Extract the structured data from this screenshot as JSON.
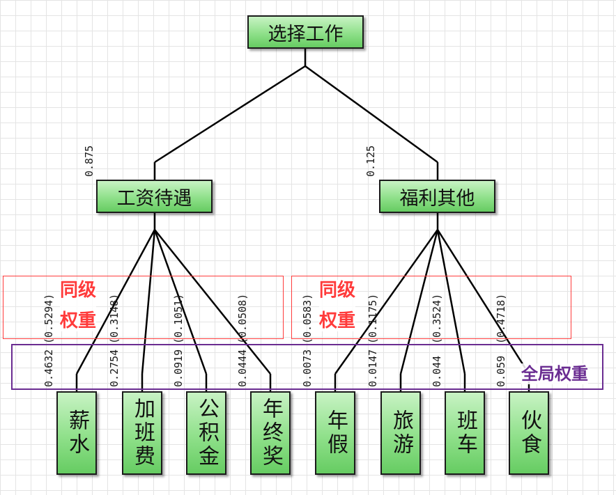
{
  "root": {
    "label": "选择工作"
  },
  "groups": [
    {
      "label": "工资待遇",
      "weight": "0.875",
      "children": [
        {
          "label": "薪水",
          "local_weight": "(0.5294)",
          "global_weight": "0.4632"
        },
        {
          "label": "加班费",
          "local_weight": "(0.3148)",
          "global_weight": "0.2754"
        },
        {
          "label": "公积金",
          "local_weight": "(0.1051)",
          "global_weight": "0.0919"
        },
        {
          "label": "年终奖",
          "local_weight": "(0.0508)",
          "global_weight": "0.0444"
        }
      ]
    },
    {
      "label": "福利其他",
      "weight": "0.125",
      "children": [
        {
          "label": "年假",
          "local_weight": "(0.0583)",
          "global_weight": "0.0073"
        },
        {
          "label": "旅游",
          "local_weight": "(0.1175)",
          "global_weight": "0.0147"
        },
        {
          "label": "班车",
          "local_weight": "(0.3524)",
          "global_weight": "0.044"
        },
        {
          "label": "伙食",
          "local_weight": "(0.4718)",
          "global_weight": "0.059"
        }
      ]
    }
  ],
  "annotations": {
    "local_weight_line1": "同级",
    "local_weight_line2": "权重",
    "global_weight": "全局权重"
  },
  "colors": {
    "node_fill": "#8fe08a",
    "node_border": "#1a1a1a",
    "local_weight_box": "#ff3b3b",
    "global_weight_box": "#6a2c91"
  }
}
